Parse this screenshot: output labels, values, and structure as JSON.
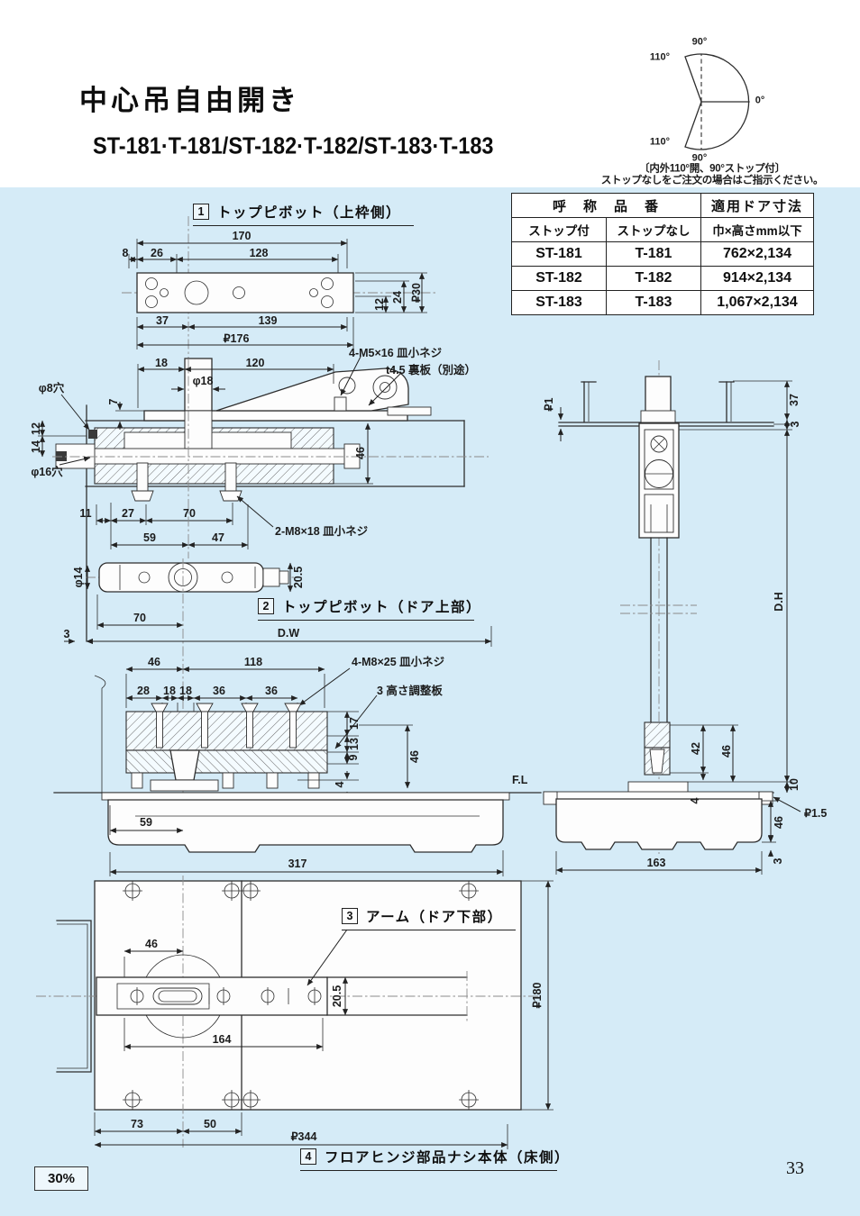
{
  "page": {
    "panel_bg": "#d5ebf7",
    "paper_bg": "#ffffff",
    "line_color": "#2e2e2e",
    "number": "33",
    "scale_badge": "30%"
  },
  "header": {
    "title": "中心吊自由開き",
    "subtitle": "ST-181·T-181/ST-182·T-182/ST-183·T-183"
  },
  "swing_diagram": {
    "labels": {
      "top": "90°",
      "upper_left": "110°",
      "right": "0°",
      "lower_left": "110°",
      "bottom": "90°"
    },
    "caption_line1": "〔内外110°開、90°ストップ付〕",
    "caption_line2": "ストップなしをご注文の場合はご指示ください。"
  },
  "table": {
    "header_product": "呼　称　品　番",
    "header_size": "適用ドア寸法",
    "sub_with_stop": "ストップ付",
    "sub_no_stop": "ストップなし",
    "sub_size": "巾×高さmm以下",
    "rows": [
      {
        "with_stop": "ST-181",
        "no_stop": "T-181",
        "size": "762×2,134"
      },
      {
        "with_stop": "ST-182",
        "no_stop": "T-182",
        "size": "914×2,134"
      },
      {
        "with_stop": "ST-183",
        "no_stop": "T-183",
        "size": "1,067×2,134"
      }
    ]
  },
  "callouts": {
    "c1": {
      "num": "1",
      "label": "トップピボット（上枠側）"
    },
    "c2": {
      "num": "2",
      "label": "トップピボット（ドア上部）"
    },
    "c3": {
      "num": "3",
      "label": "アーム（ドア下部）"
    },
    "c4": {
      "num": "4",
      "label": "フロアヒンジ部品ナシ本体（床側）"
    }
  },
  "dims": {
    "v1": {
      "w170": "170",
      "w8": "8",
      "w26": "26",
      "w128": "128",
      "h12": "12",
      "h24": "24",
      "h30": "₽30",
      "w37": "37",
      "w139": "139",
      "w176": "₽176"
    },
    "v2": {
      "n_m5": "4-M5×16 皿小ネジ",
      "n_back": "t4.5 裏板（別途）",
      "w18": "18",
      "w120": "120",
      "dia18": "φ18",
      "h7": "7",
      "dia8": "φ8穴",
      "h12": "12",
      "h14": "14",
      "dia16": "φ16穴",
      "h46": "46",
      "w11": "11",
      "w27": "27",
      "w70": "70",
      "w59": "59",
      "w47": "47",
      "n_m8": "2-M8×18 皿小ネジ"
    },
    "v2b": {
      "dia14": "φ14",
      "h205": "20.5",
      "w70": "70",
      "w3": "3",
      "dw": "D.W"
    },
    "v3": {
      "w46": "46",
      "w118": "118",
      "n_m8": "4-M8×25 皿小ネジ",
      "w28": "28",
      "w18a": "18",
      "w18b": "18",
      "w36a": "36",
      "w36b": "36",
      "n_adj": "3  高さ調整板",
      "h17": "17",
      "h13": "13",
      "h9": "9",
      "h4": "4",
      "h46": "46",
      "fl": "F.L",
      "w59": "59",
      "w317": "317"
    },
    "vr": {
      "p1": "₽1",
      "h37": "37",
      "h3": "3",
      "dh": "D.H",
      "h42": "42",
      "h46a": "46",
      "h10": "10",
      "p15": "₽1.5",
      "h4": "4",
      "h46b": "46",
      "h3b": "3",
      "w163": "163"
    },
    "v4": {
      "w46": "46",
      "h205": "20.5",
      "w164": "164",
      "p180": "₽180",
      "w73": "73",
      "w50": "50",
      "p344": "₽344"
    }
  }
}
